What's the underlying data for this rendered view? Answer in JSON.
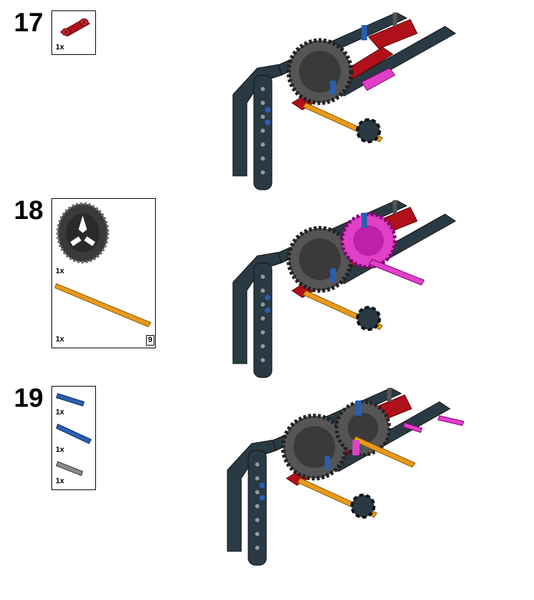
{
  "steps": [
    {
      "number": "17",
      "parts": [
        {
          "name": "red-connector",
          "qty": "1x"
        }
      ]
    },
    {
      "number": "18",
      "parts": [
        {
          "name": "dark-gear",
          "qty": "1x"
        },
        {
          "name": "tan-axle",
          "qty": "1x",
          "length": "9"
        }
      ]
    },
    {
      "number": "19",
      "parts": [
        {
          "name": "blue-pin-short",
          "qty": "1x"
        },
        {
          "name": "blue-pin-long",
          "qty": "1x"
        },
        {
          "name": "grey-pin",
          "qty": "1x"
        }
      ]
    }
  ],
  "colors": {
    "beam": "#2a3a44",
    "red": "#b0101a",
    "pink": "#e040c8",
    "tan": "#e89a1c",
    "blue": "#2a5fb0",
    "grey": "#8a8a8a"
  }
}
